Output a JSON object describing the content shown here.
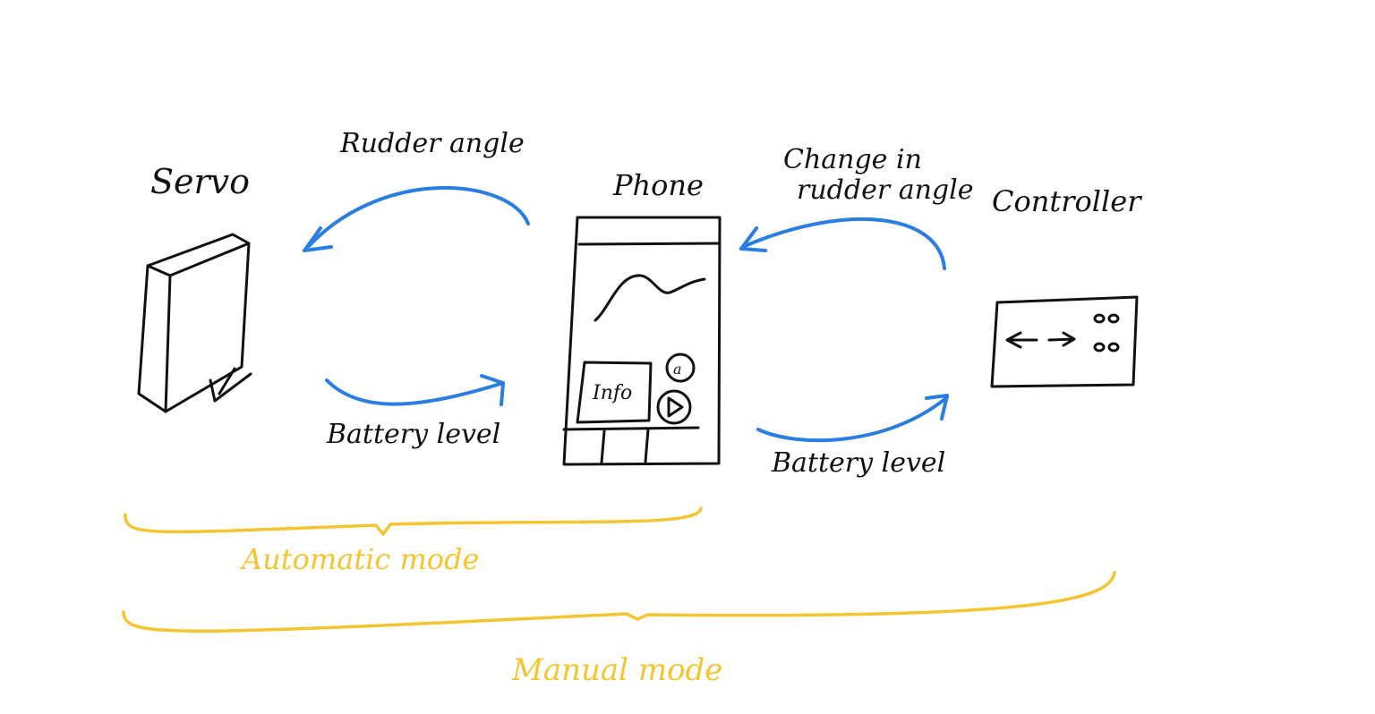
{
  "labels": {
    "servo": "Servo",
    "phone": "Phone",
    "controller": "Controller",
    "rudder_angle": "Rudder angle",
    "change_line1": "Change in",
    "change_line2": "rudder angle",
    "battery_left": "Battery level",
    "battery_right": "Battery level",
    "info": "Info",
    "automatic_mode": "Automatic mode",
    "manual_mode": "Manual mode"
  },
  "colors": {
    "ink": "#111111",
    "arrows": "#2a7de1",
    "modes": "#f5c431"
  }
}
